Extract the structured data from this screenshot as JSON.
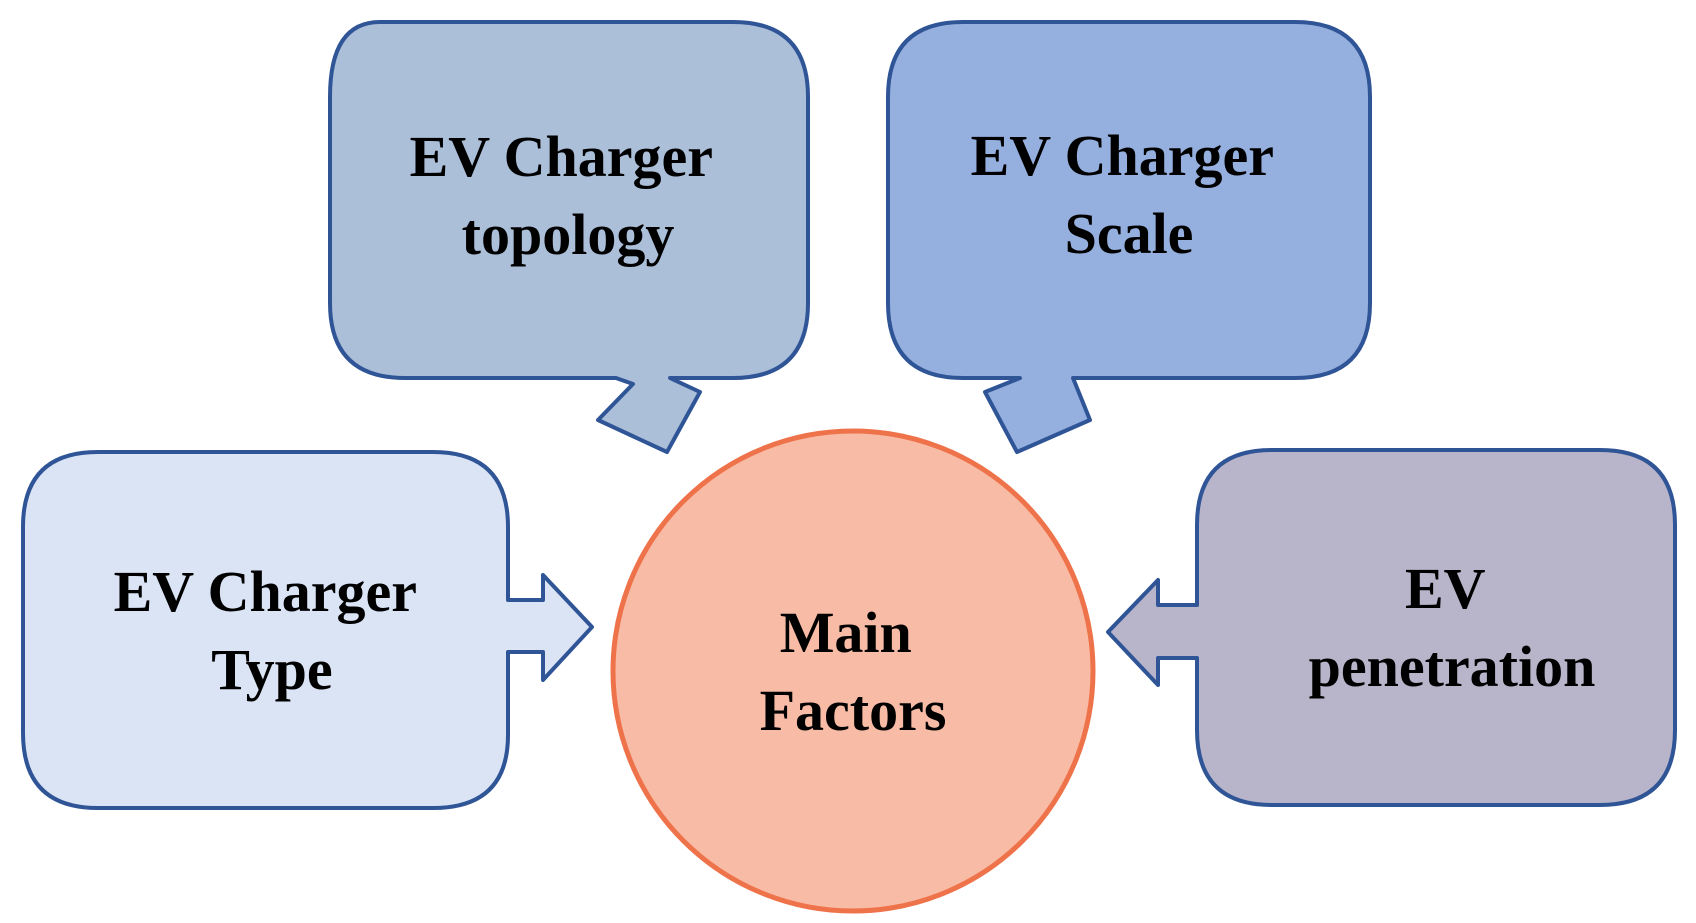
{
  "diagram": {
    "center": {
      "lines": [
        "Main",
        "Factors"
      ],
      "fill": "#F8BBA5",
      "stroke": "#EF734A"
    },
    "factors": [
      {
        "id": "topology",
        "lines": [
          "EV Charger",
          "topology"
        ],
        "fill": "#ABBFD9",
        "stroke": "#2F5597"
      },
      {
        "id": "scale",
        "lines": [
          "EV Charger",
          "Scale"
        ],
        "fill": "#95B0DF",
        "stroke": "#2F5597"
      },
      {
        "id": "type",
        "lines": [
          "EV Charger",
          "Type"
        ],
        "fill": "#DAE4F5",
        "stroke": "#2F5597"
      },
      {
        "id": "penetration",
        "lines": [
          "EV",
          "penetration"
        ],
        "fill": "#B8B4CA",
        "stroke": "#2F5597"
      }
    ]
  }
}
